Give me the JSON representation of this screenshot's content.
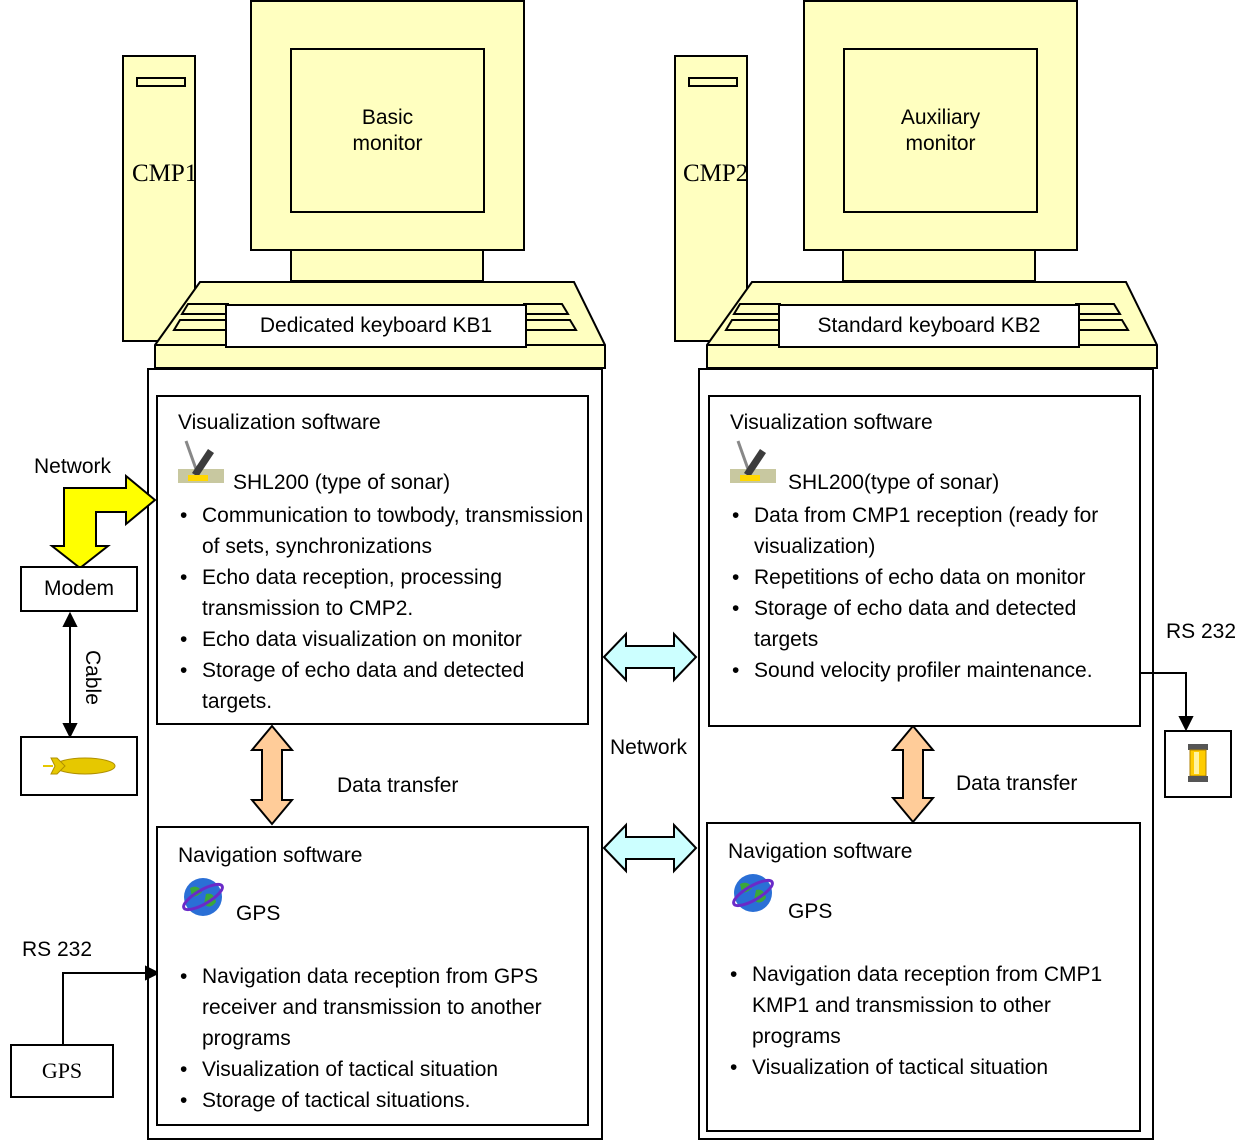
{
  "left": {
    "cmp_label": "CMP1",
    "monitor_label": "Basic\nmonitor",
    "keyboard_label": "Dedicated keyboard KB1",
    "visualization": {
      "title": "Visualization software",
      "sonar": "SHL200 (type of sonar)",
      "items": [
        "Communication to towbody, transmission of sets, synchronizations",
        "Echo data reception, processing transmission to CMP2.",
        "Echo data visualization on monitor",
        "Storage of echo data and detected targets."
      ]
    },
    "transfer_label": "Data transfer",
    "navigation": {
      "title": "Navigation software",
      "gps": "GPS",
      "items": [
        "Navigation data reception from GPS receiver and transmission to another programs",
        "Visualization of tactical situation",
        "Storage of tactical situations."
      ]
    }
  },
  "right": {
    "cmp_label": "CMP2",
    "monitor_label": "Auxiliary\nmonitor",
    "keyboard_label": "Standard keyboard KB2",
    "visualization": {
      "title": "Visualization software",
      "sonar": "SHL200(type of sonar)",
      "items": [
        "Data from CMP1 reception (ready for visualization)",
        "Repetitions of echo  data on monitor",
        "Storage of echo data and detected targets",
        "Sound velocity profiler maintenance."
      ]
    },
    "transfer_label": "Data transfer",
    "navigation": {
      "title": "Navigation software",
      "gps": "GPS",
      "items": [
        "Navigation data reception from CMP1 KMP1 and transmission to other programs",
        "Visualization of tactical situation"
      ]
    }
  },
  "external": {
    "network_label": "Network",
    "modem_label": "Modem",
    "cable_label": "Cable",
    "rs232_left": "RS 232",
    "gps_box": "GPS",
    "rs232_right": "RS 232",
    "center_network": "Network"
  },
  "colors": {
    "computer_fill": "#ffffc0",
    "network_arrow": "#ffff00",
    "data_transfer_arrow": "#ffcc99",
    "inter_computer_arrow": "#ccffff"
  },
  "icons": {
    "sonar": "sonar-transducer-icon",
    "globe": "globe-icon",
    "towbody": "towbody-icon",
    "velocity_probe": "velocity-probe-icon"
  }
}
